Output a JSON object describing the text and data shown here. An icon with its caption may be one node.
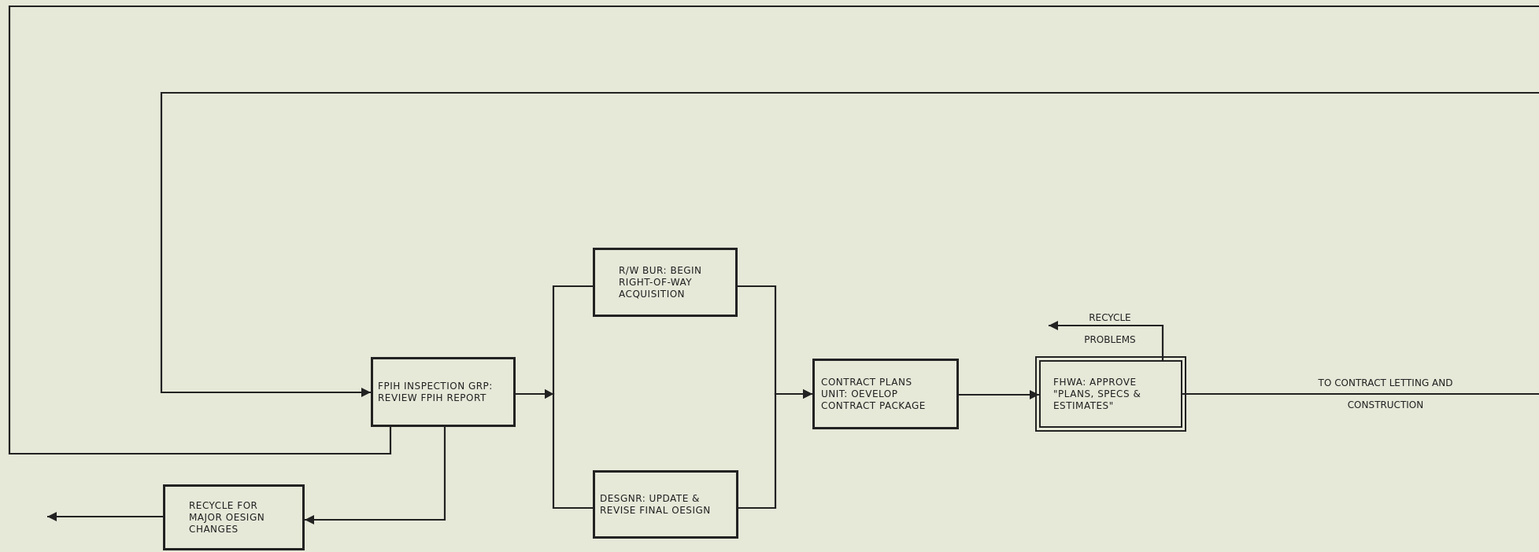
{
  "diagram": {
    "nodes": [
      {
        "text": [
          "FPIH INSPECTION GRP: REVIEW FPIH REPORT"
        ]
      },
      {
        "text": [
          "RECYCLE FOR MAJOR OESIGN CHANGES"
        ]
      },
      {
        "text": [
          "R/W BUR: BEGIN RIGHT-OF-WAY ACQUISITION"
        ]
      },
      {
        "text": [
          "DESGNR: UPDATE & REVISE FINAL OESIGN"
        ]
      },
      {
        "text": [
          "CONTRACT PLANS UNIT: OEVELOP CONTRACT PACKAGE"
        ]
      },
      {
        "text": [
          "FHWA: APPROVE \"PLANS, SPECS & ESTIMATES\""
        ]
      }
    ],
    "edges": [
      {
        "from": null,
        "to": 0,
        "arrow": "to"
      },
      {
        "from": 0,
        "to": null,
        "arrow": "none"
      },
      {
        "from": 0,
        "to": 2,
        "arrow": "to"
      },
      {
        "from": 0,
        "to": 3,
        "arrow": "to"
      },
      {
        "from": 2,
        "to": 4,
        "arrow": "to"
      },
      {
        "from": 3,
        "to": 4,
        "arrow": "to"
      },
      {
        "from": 4,
        "to": 5,
        "arrow": "to"
      },
      {
        "from": 5,
        "to": null,
        "arrow": "none",
        "label": "TO CONTRACT LETTING AND CONSTRUCTION"
      },
      {
        "from": 5,
        "to": null,
        "arrow": "to",
        "label": "RECYCLE PROBLEMS"
      },
      {
        "from": 0,
        "to": 1,
        "arrow": "to"
      },
      {
        "from": 1,
        "to": null,
        "arrow": "to"
      }
    ]
  }
}
